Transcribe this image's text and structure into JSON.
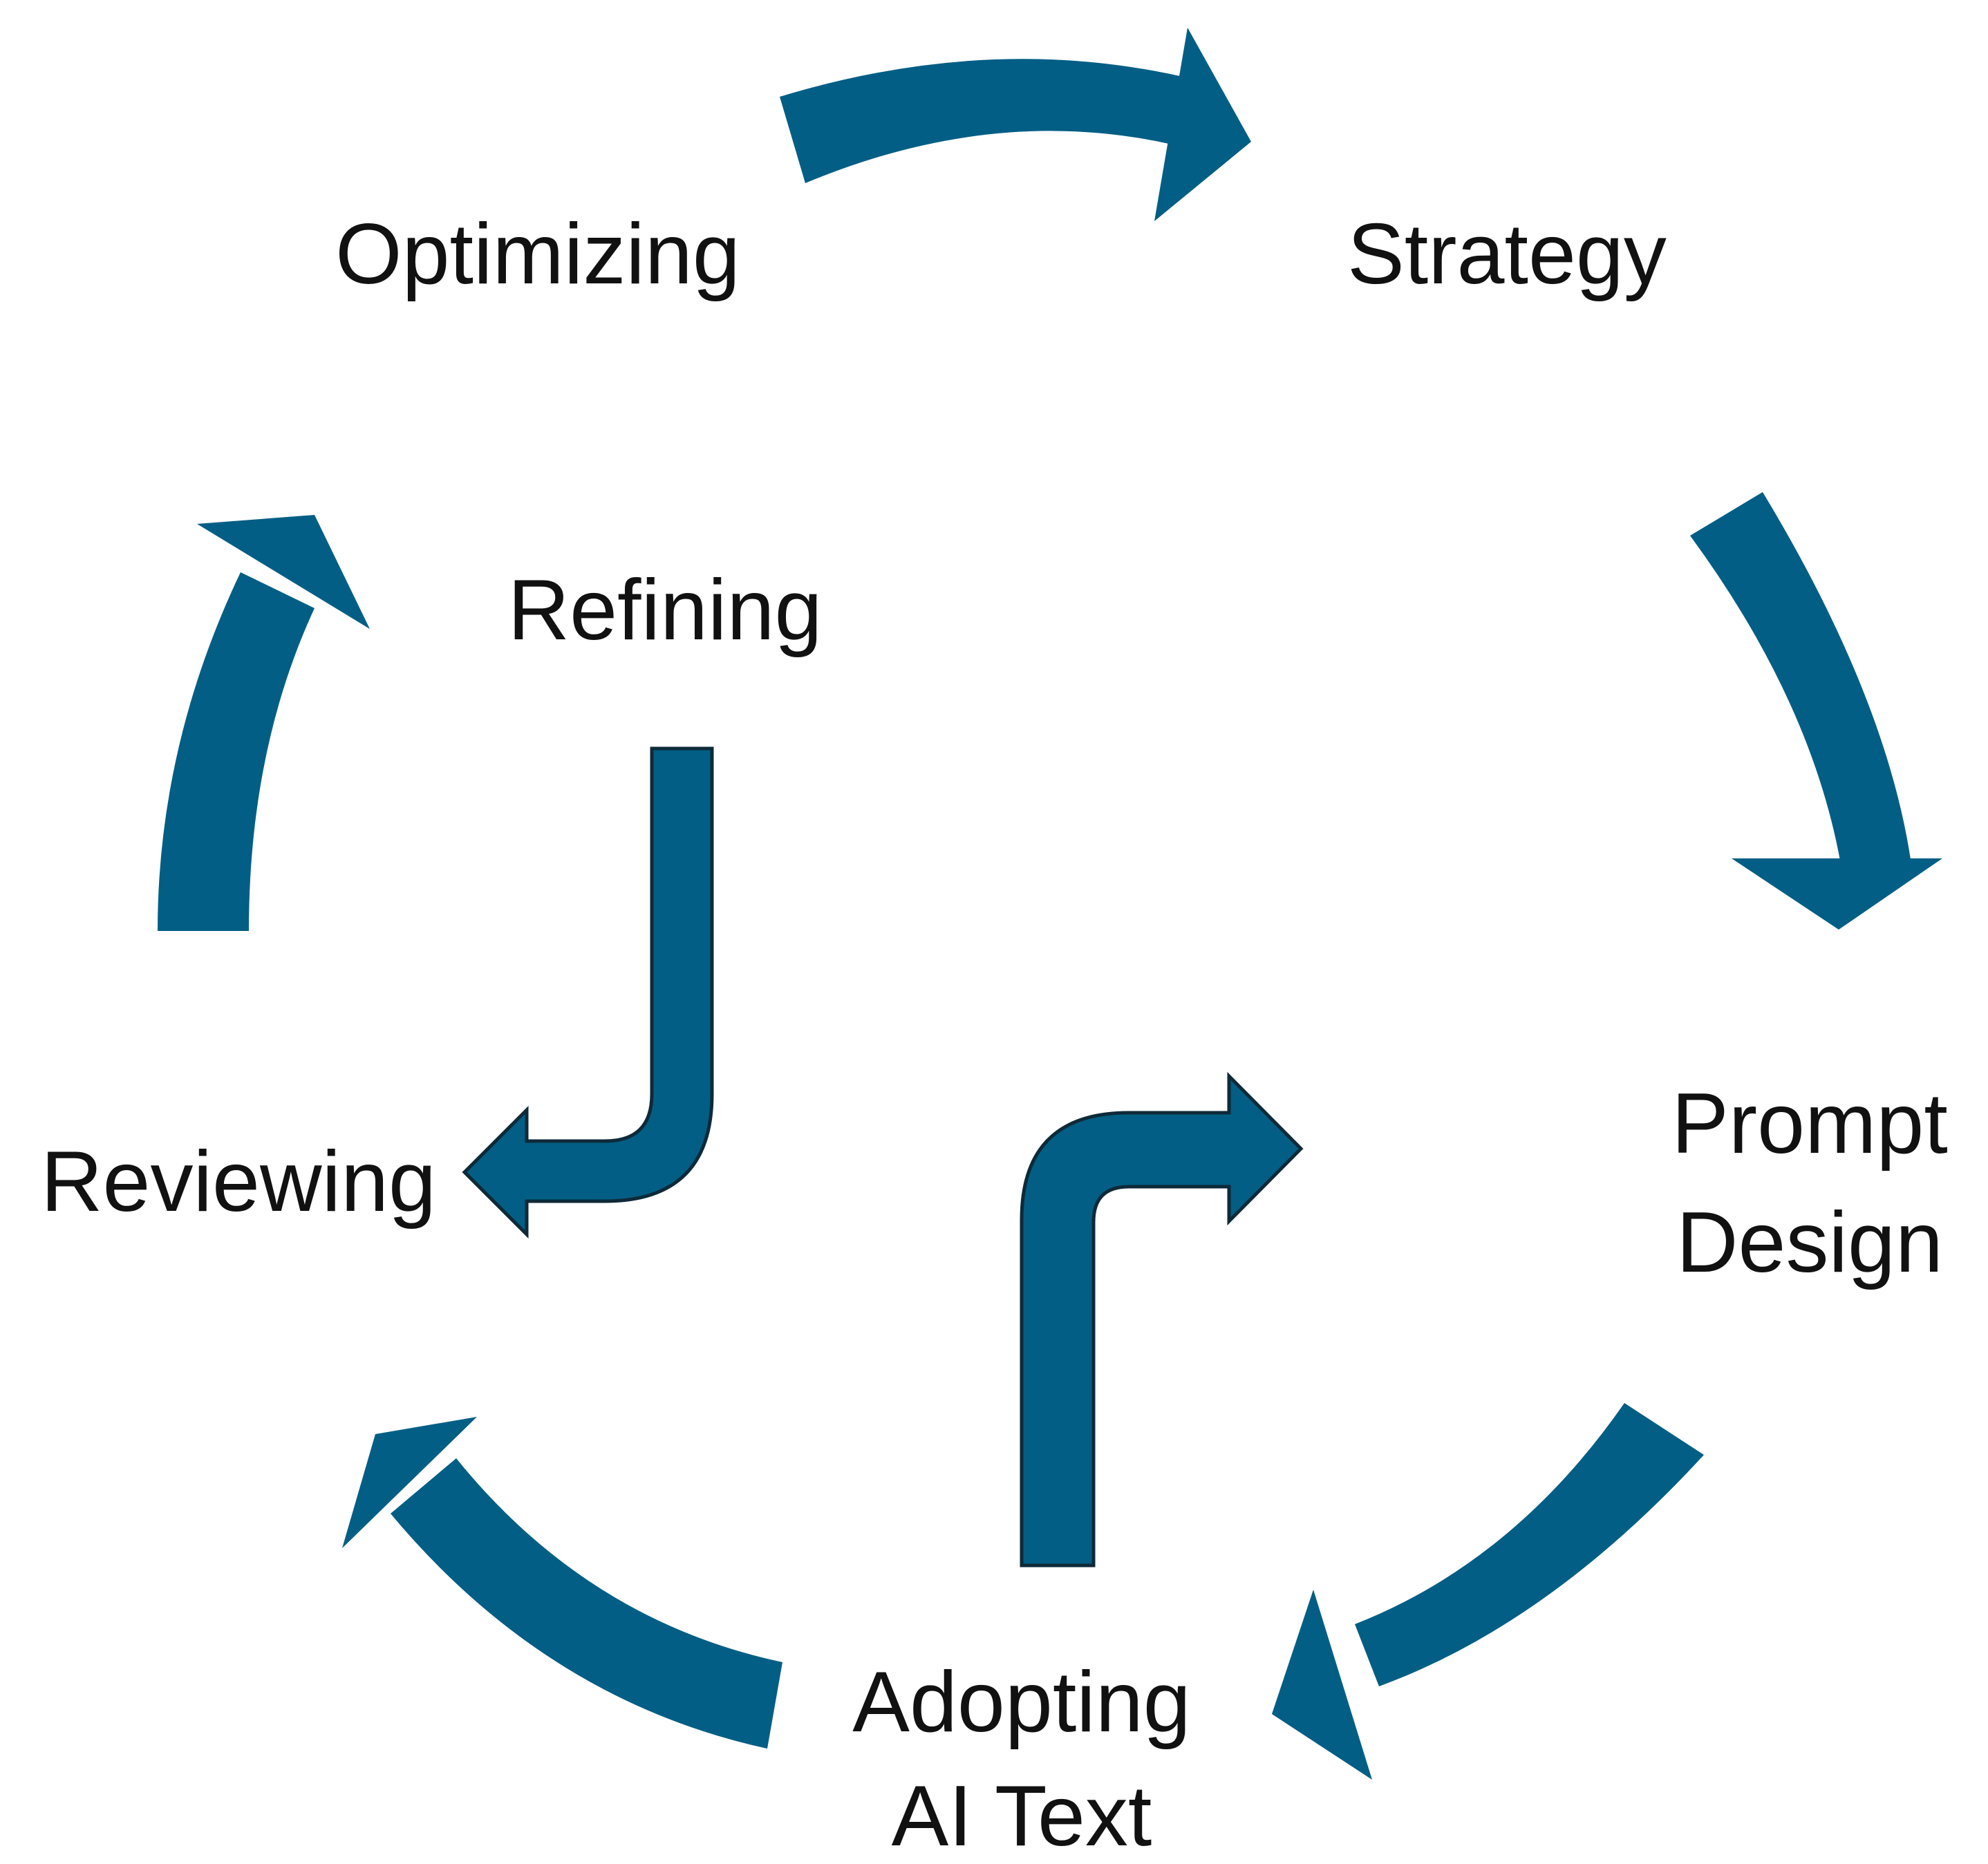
{
  "colors": {
    "arrow_fill": "#025E84",
    "arrow_outline": "#0E2A38",
    "text": "#111111",
    "background": "#FFFFFF"
  },
  "stages": {
    "optimizing": "Optimizing",
    "strategy": "Strategy",
    "prompt_design": [
      "Prompt",
      "Design"
    ],
    "adopting_ai_text": [
      "Adopting",
      "AI Text"
    ],
    "reviewing": "Reviewing",
    "refining": "Refining"
  },
  "arrows": [
    {
      "from": "Optimizing",
      "to": "Strategy"
    },
    {
      "from": "Strategy",
      "to": "Prompt Design"
    },
    {
      "from": "Prompt Design",
      "to": "Adopting AI Text"
    },
    {
      "from": "Adopting AI Text",
      "to": "Reviewing"
    },
    {
      "from": "Reviewing",
      "to": "Optimizing"
    },
    {
      "from": "Refining",
      "to": "Reviewing",
      "style": "bent"
    },
    {
      "from": "Adopting AI Text",
      "to": "center",
      "style": "bent"
    }
  ]
}
